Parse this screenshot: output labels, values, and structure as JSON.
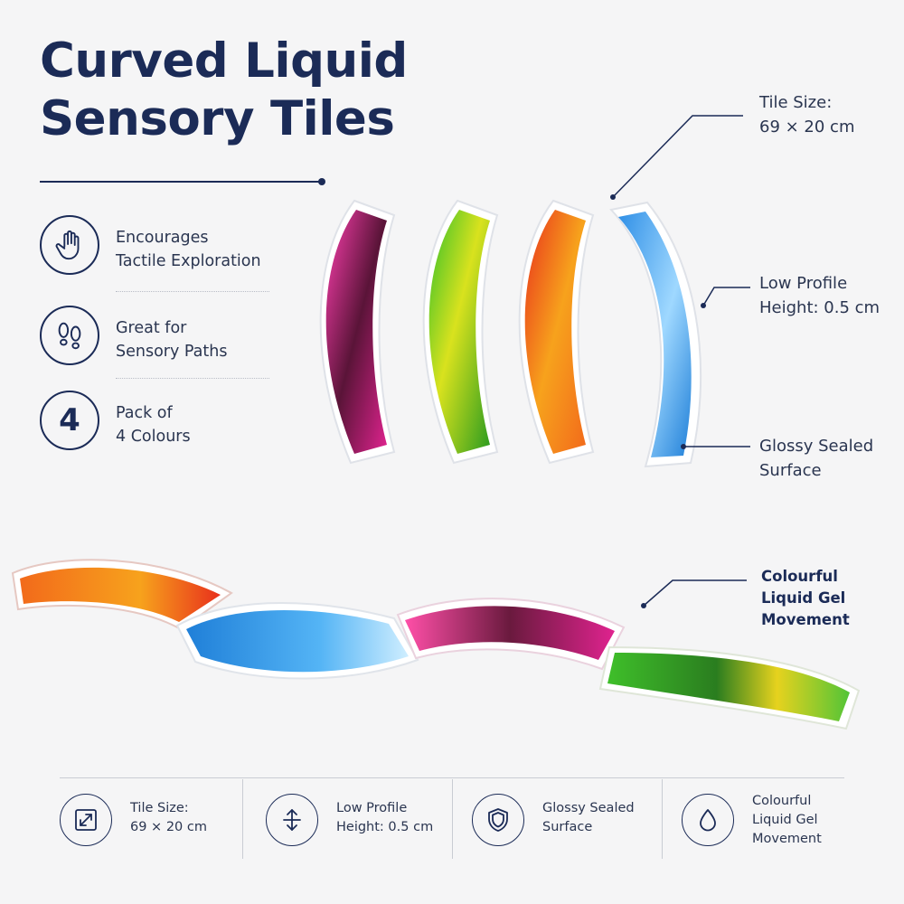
{
  "title": {
    "line1": "Curved Liquid",
    "line2": "Sensory Tiles"
  },
  "features": [
    {
      "icon": "hand-icon",
      "line1": "Encourages",
      "line2": "Tactile Exploration"
    },
    {
      "icon": "footprints-icon",
      "line1": "Great for",
      "line2": "Sensory Paths"
    },
    {
      "icon_text": "4",
      "line1": "Pack of",
      "line2": "4 Colours"
    }
  ],
  "callouts": {
    "tile_size": {
      "line1": "Tile Size:",
      "line2": "69 × 20 cm"
    },
    "low_profile": {
      "line1": "Low Profile",
      "line2": "Height: 0.5 cm"
    },
    "glossy": {
      "line1": "Glossy Sealed",
      "line2": "Surface"
    },
    "colourful": {
      "line1": "Colourful",
      "line2": "Liquid Gel",
      "line3": "Movement"
    }
  },
  "bottom_bar": [
    {
      "icon": "resize-icon",
      "line1": "Tile Size:",
      "line2": "69 × 20 cm"
    },
    {
      "icon": "up-down-arrow-icon",
      "line1": "Low Profile",
      "line2": "Height: 0.5 cm"
    },
    {
      "icon": "shield-icon",
      "line1": "Glossy Sealed",
      "line2": "Surface"
    },
    {
      "icon": "droplet-icon",
      "line1": "Colourful",
      "line2": "Liquid Gel",
      "line3": "Movement"
    }
  ],
  "colors": {
    "navy": "#1b2b57",
    "pink": "#e0238f",
    "green": "#3fbf2a",
    "orange": "#f26a1b",
    "blue": "#2f8fe6",
    "yellow": "#e6d21e",
    "red": "#e8301c"
  }
}
